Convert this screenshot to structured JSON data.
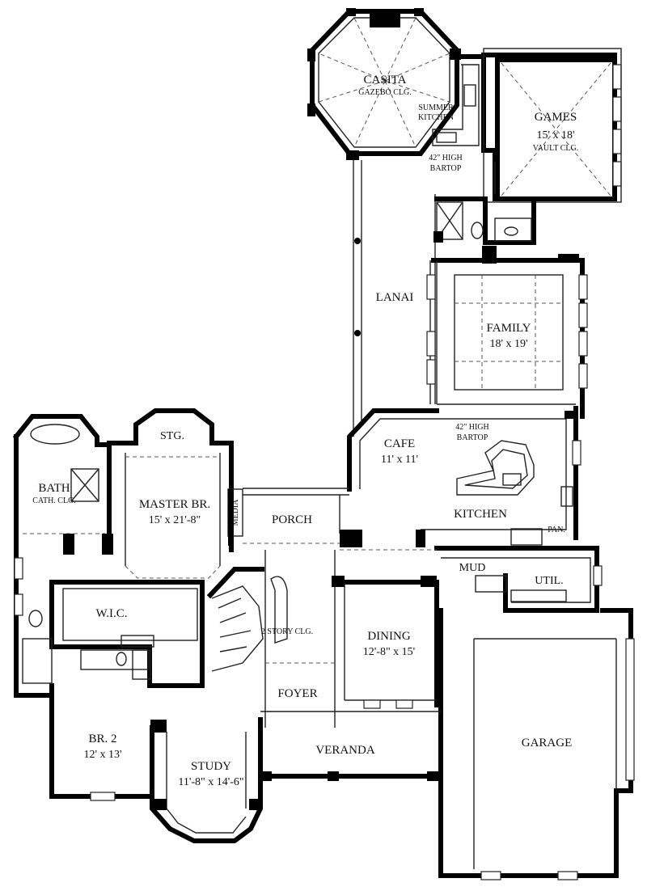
{
  "rooms": {
    "casita": {
      "name": "CASITA",
      "note": "GAZEBO CLG."
    },
    "summer_kitchen": {
      "line1": "SUMMER",
      "line2": "KITCHEN"
    },
    "bartop_top": {
      "line1": "42\" HIGH",
      "line2": "BARTOP"
    },
    "games": {
      "name": "GAMES",
      "dims": "15' x 18'",
      "note": "VAULT CLG."
    },
    "lanai": {
      "name": "LANAI"
    },
    "family": {
      "name": "FAMILY",
      "dims": "18' x 19'"
    },
    "bartop_kitchen": {
      "line1": "42\" HIGH",
      "line2": "BARTOP"
    },
    "cafe": {
      "name": "CAFE",
      "dims": "11' x 11'"
    },
    "kitchen": {
      "name": "KITCHEN"
    },
    "pantry": {
      "name": "PAN."
    },
    "stg": {
      "name": "STG."
    },
    "master": {
      "name": "MASTER BR.",
      "dims": "15' x 21'-8\""
    },
    "media": {
      "name": "MEDIA"
    },
    "bath": {
      "name": "BATH",
      "note": "CATH. CLG."
    },
    "porch": {
      "name": "PORCH"
    },
    "mud": {
      "name": "MUD"
    },
    "util": {
      "name": "UTIL."
    },
    "wic": {
      "name": "W.I.C."
    },
    "stair": {
      "note": "2 STORY CLG."
    },
    "dining": {
      "name": "DINING",
      "dims": "12'-8\" x 15'"
    },
    "foyer": {
      "name": "FOYER"
    },
    "garage": {
      "name": "GARAGE"
    },
    "br2": {
      "name": "BR. 2",
      "dims": "12' x 13'"
    },
    "veranda": {
      "name": "VERANDA"
    },
    "study": {
      "name": "STUDY",
      "dims": "11'-8\" x 14'-6\""
    }
  }
}
